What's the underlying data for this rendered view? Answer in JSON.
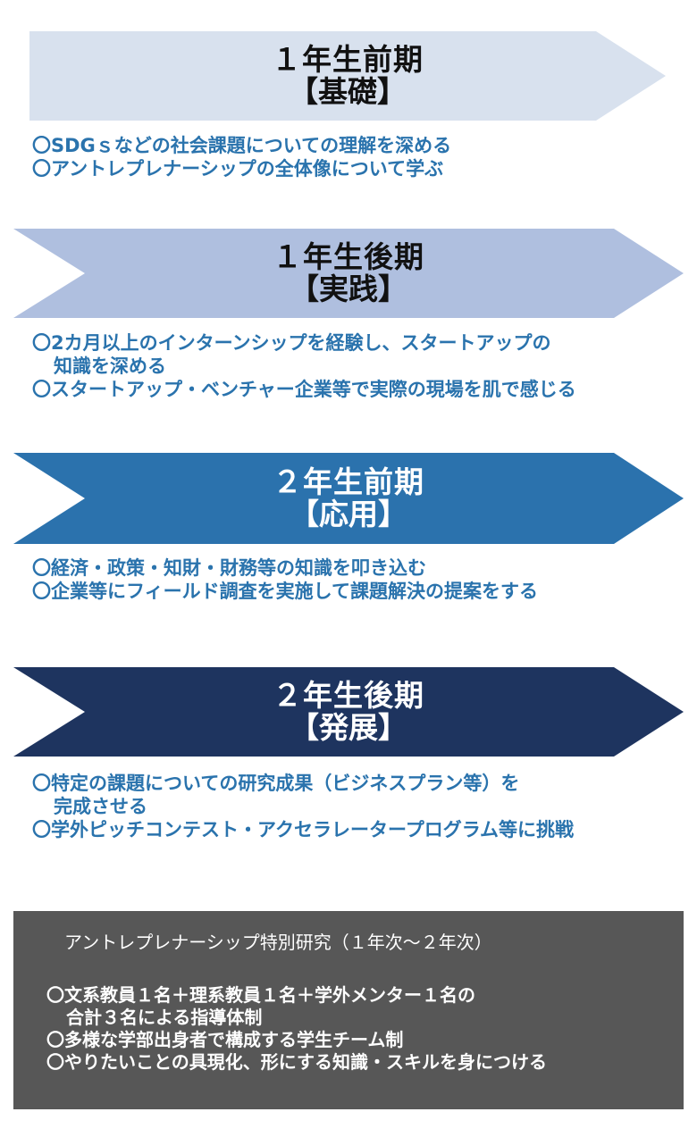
{
  "colors": {
    "stage1": "#d8e1ee",
    "stage2": "#afbfdf",
    "stage3": "#2b72ad",
    "stage4": "#1e345f",
    "desc_text": "#2a73ad",
    "box_bg": "#575757"
  },
  "stages": [
    {
      "title": "１年生前期",
      "subtitle": "【基礎】",
      "lines": [
        "〇SDGｓなどの社会課題についての理解を深める",
        "〇アントレプレナーシップの全体像について学ぶ"
      ]
    },
    {
      "title": "１年生後期",
      "subtitle": "【実践】",
      "lines": [
        "〇2カ月以上のインターンシップを経験し、スタートアップの",
        "知識を深める",
        "〇スタートアップ・ベンチャー企業等で実際の現場を肌で感じる"
      ]
    },
    {
      "title": "２年生前期",
      "subtitle": "【応用】",
      "lines": [
        "〇経済・政策・知財・財務等の知識を叩き込む",
        "〇企業等にフィールド調査を実施して課題解決の提案をする"
      ]
    },
    {
      "title": "２年生後期",
      "subtitle": "【発展】",
      "lines": [
        "〇特定の課題についての研究成果（ビジネスプラン等）を",
        "完成させる",
        "〇学外ピッチコンテスト・アクセラレータープログラム等に挑戦"
      ]
    }
  ],
  "research": {
    "title": "アントレプレナーシップ特別研究（１年次～２年次）",
    "lines": [
      "〇文系教員１名＋理系教員１名＋学外メンター１名の",
      "合計３名による指導体制",
      "〇多様な学部出身者で構成する学生チーム制",
      "〇やりたいことの具現化、形にする知識・スキルを身につける"
    ]
  }
}
